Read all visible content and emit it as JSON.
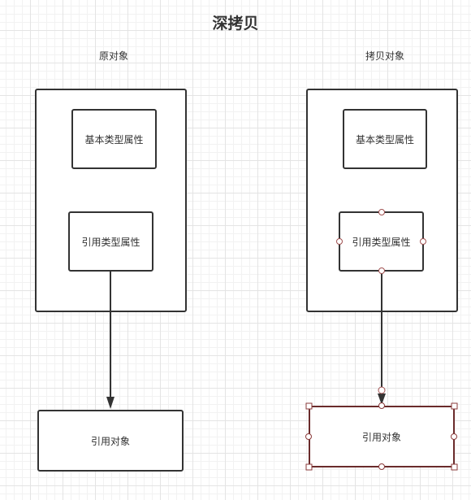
{
  "title": "深拷贝",
  "left": {
    "heading": "原对象",
    "basic_attr": "基本类型属性",
    "ref_attr": "引用类型属性",
    "ref_object": "引用对象"
  },
  "right": {
    "heading": "拷贝对象",
    "basic_attr": "基本类型属性",
    "ref_attr": "引用类型属性",
    "ref_object": "引用对象"
  },
  "colors": {
    "stroke": "#333333",
    "selection": "#6a2b2b",
    "grid": "#e4e4e4"
  }
}
